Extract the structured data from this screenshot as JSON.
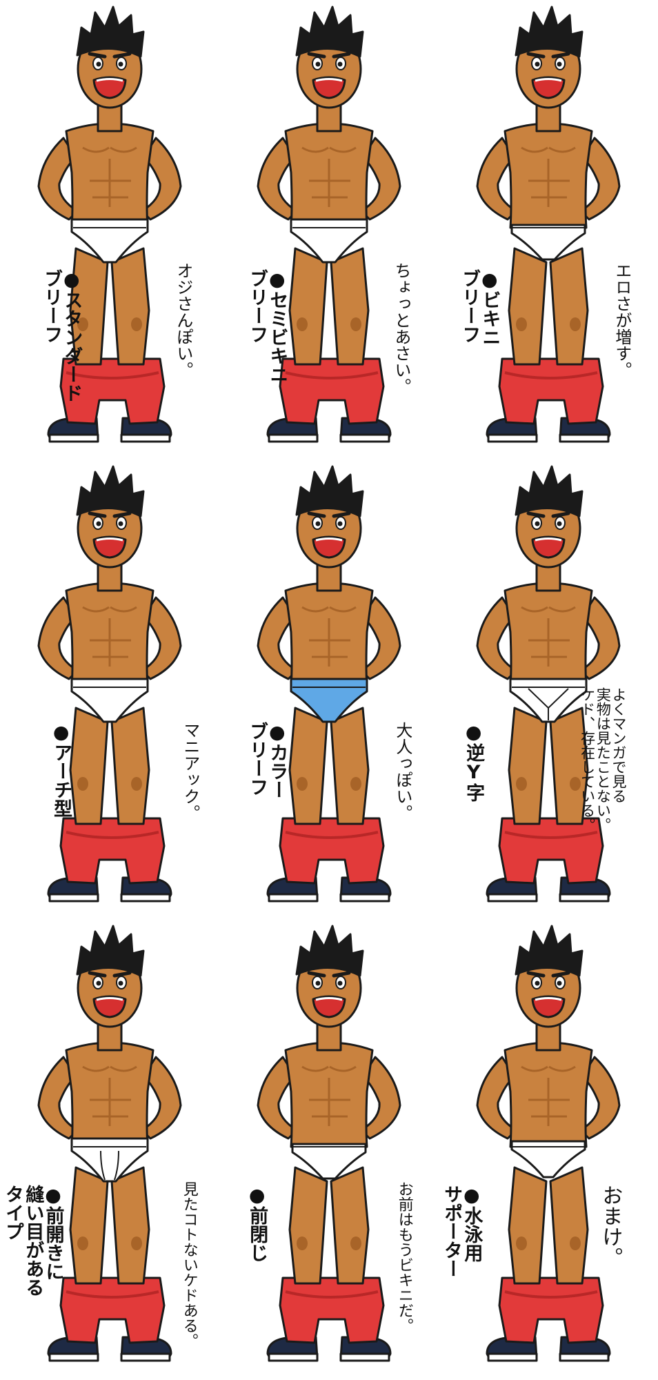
{
  "colors": {
    "skin": "#C9823F",
    "skin_shadow": "#A86428",
    "outline": "#1A1A1A",
    "hair": "#1A1A1A",
    "pants": "#E23A3A",
    "pants_shadow": "#B82727",
    "mouth": "#D63030",
    "white_brief": "#FFFFFF",
    "color_brief": "#5FA8E6",
    "shoe": "#1E2A44",
    "shoe_sole": "#FFFFFF"
  },
  "panels": [
    {
      "label": "●スタンダード\nブリーフ",
      "comment": "オジさんぽい。",
      "brief_color": "#FFFFFF",
      "icon": "man-in-standard-brief-illustration"
    },
    {
      "label": "●セミビキニ\nブリーフ",
      "comment": "ちょっとあさい。",
      "brief_color": "#FFFFFF",
      "icon": "man-in-semi-bikini-brief-illustration"
    },
    {
      "label": "●ビキニ\nブリーフ",
      "comment": "エロさが増す。",
      "brief_color": "#FFFFFF",
      "icon": "man-in-bikini-brief-illustration"
    },
    {
      "label": "●アーチ型",
      "comment": "マニアック。",
      "brief_color": "#FFFFFF",
      "icon": "man-in-arch-brief-illustration"
    },
    {
      "label": "●カラー\nブリーフ",
      "comment": "大人っぽい。",
      "brief_color": "#5FA8E6",
      "icon": "man-in-color-brief-illustration"
    },
    {
      "label": "●逆Y字",
      "comment": "よくマンガで見る\n実物は見たことない。\nケド、存在している。",
      "brief_color": "#FFFFFF",
      "icon": "man-in-inverted-y-brief-illustration"
    },
    {
      "label": "●前開きに\n縫い目がある\nタイプ",
      "comment": "見たコトないケドある。",
      "brief_color": "#FFFFFF",
      "icon": "man-in-front-seam-brief-illustration"
    },
    {
      "label": "●前閉じ",
      "comment": "お前はもうビキニだ。",
      "brief_color": "#FFFFFF",
      "icon": "man-in-closed-front-brief-illustration"
    },
    {
      "label": "●水泳用\nサポーター",
      "comment": "おまけ。",
      "brief_color": "#FFFFFF",
      "icon": "man-in-swim-supporter-illustration"
    }
  ]
}
